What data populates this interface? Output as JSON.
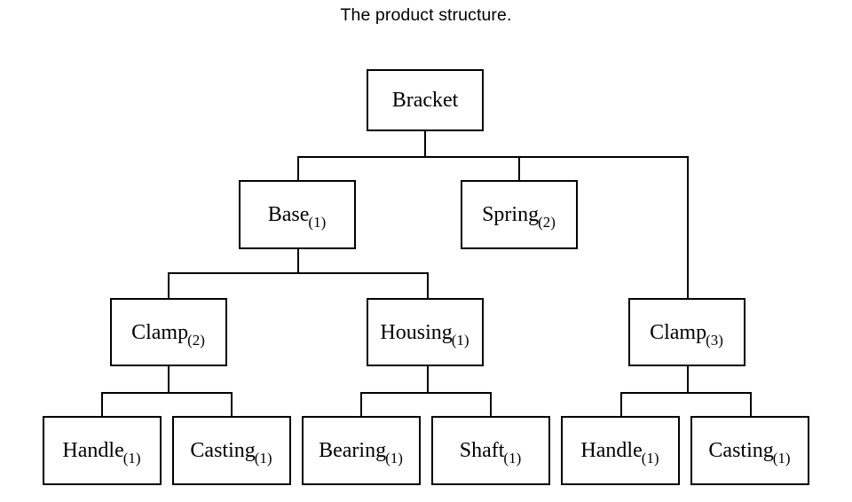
{
  "title": "The product structure.",
  "colors": {
    "line": "#000000",
    "box_fill": "#ffffff",
    "text": "#000000",
    "background": "#ffffff"
  },
  "chart_data": {
    "type": "diagram",
    "diagram_kind": "bill-of-materials-tree",
    "title": "The product structure.",
    "root": "Bracket",
    "nodes": [
      {
        "id": "bracket",
        "name": "Bracket",
        "qty": "",
        "level": 0,
        "parent": null
      },
      {
        "id": "base",
        "name": "Base",
        "qty": "(1)",
        "level": 1,
        "parent": "bracket"
      },
      {
        "id": "spring",
        "name": "Spring",
        "qty": "(2)",
        "level": 1,
        "parent": "bracket"
      },
      {
        "id": "clamp2",
        "name": "Clamp",
        "qty": "(2)",
        "level": 2,
        "parent": "base"
      },
      {
        "id": "housing",
        "name": "Housing",
        "qty": "(1)",
        "level": 2,
        "parent": "base"
      },
      {
        "id": "clamp3",
        "name": "Clamp",
        "qty": "(3)",
        "level": 2,
        "parent": "bracket"
      },
      {
        "id": "handle1",
        "name": "Handle",
        "qty": "(1)",
        "level": 3,
        "parent": "clamp2"
      },
      {
        "id": "casting1",
        "name": "Casting",
        "qty": "(1)",
        "level": 3,
        "parent": "clamp2"
      },
      {
        "id": "bearing1",
        "name": "Bearing",
        "qty": "(1)",
        "level": 3,
        "parent": "housing"
      },
      {
        "id": "shaft1",
        "name": "Shaft",
        "qty": "(1)",
        "level": 3,
        "parent": "housing"
      },
      {
        "id": "handle2",
        "name": "Handle",
        "qty": "(1)",
        "level": 3,
        "parent": "clamp3"
      },
      {
        "id": "casting2",
        "name": "Casting",
        "qty": "(1)",
        "level": 3,
        "parent": "clamp3"
      }
    ],
    "edges": [
      {
        "from": "bracket",
        "to": "base"
      },
      {
        "from": "bracket",
        "to": "spring"
      },
      {
        "from": "bracket",
        "to": "clamp3"
      },
      {
        "from": "base",
        "to": "clamp2"
      },
      {
        "from": "base",
        "to": "housing"
      },
      {
        "from": "clamp2",
        "to": "handle1"
      },
      {
        "from": "clamp2",
        "to": "casting1"
      },
      {
        "from": "housing",
        "to": "bearing1"
      },
      {
        "from": "housing",
        "to": "shaft1"
      },
      {
        "from": "clamp3",
        "to": "handle2"
      },
      {
        "from": "clamp3",
        "to": "casting2"
      }
    ]
  },
  "nodes": {
    "bracket": {
      "name": "Bracket",
      "qty": ""
    },
    "base": {
      "name": "Base",
      "qty": "(1)"
    },
    "spring": {
      "name": "Spring",
      "qty": "(2)"
    },
    "clamp2": {
      "name": "Clamp",
      "qty": "(2)"
    },
    "housing": {
      "name": "Housing",
      "qty": "(1)"
    },
    "clamp3": {
      "name": "Clamp",
      "qty": "(3)"
    },
    "handle1": {
      "name": "Handle",
      "qty": "(1)"
    },
    "casting1": {
      "name": "Casting",
      "qty": "(1)"
    },
    "bearing1": {
      "name": "Bearing",
      "qty": "(1)"
    },
    "shaft1": {
      "name": "Shaft",
      "qty": "(1)"
    },
    "handle2": {
      "name": "Handle",
      "qty": "(1)"
    },
    "casting2": {
      "name": "Casting",
      "qty": "(1)"
    }
  }
}
